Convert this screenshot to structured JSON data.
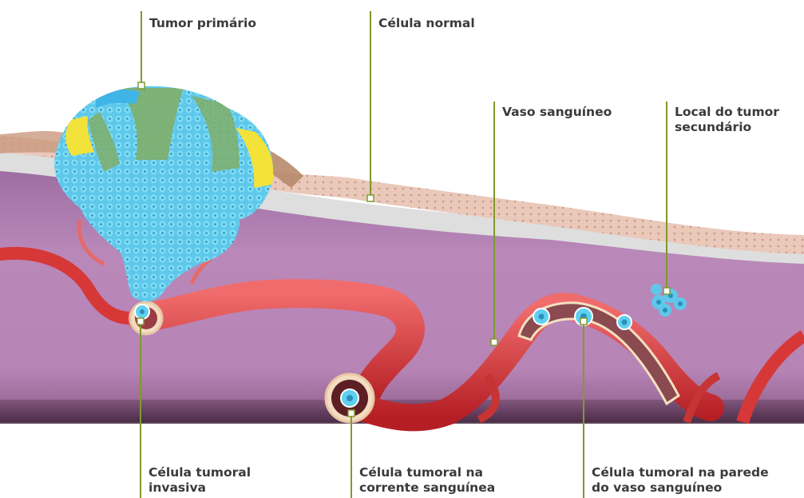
{
  "labels": {
    "primary_tumor": [
      "Tumor primário"
    ],
    "normal_cell": [
      "Célula normal"
    ],
    "blood_vessel": [
      "Vaso sanguíneo"
    ],
    "secondary_site": [
      "Local do tumor",
      "secundário"
    ],
    "invasive_cell": [
      "Célula tumoral",
      "invasiva"
    ],
    "bloodstream_cell": [
      "Célula tumoral na",
      "corrente sanguínea"
    ],
    "vessel_wall_cell": [
      "Célula tumoral na parede",
      "do vaso sanguíneo"
    ]
  },
  "colors": {
    "leader_line": "#7f9a2e",
    "tissue": "#b27eb2",
    "tissue_dark": "#4a2b46",
    "epithelium": "#ecc7b8",
    "basement": "#dcdcdc",
    "vessel": "#d93b3b",
    "tumor_cell": "#5fd0f0",
    "tumor_green": "#7fae6a",
    "tumor_yellow": "#f3e23a"
  }
}
